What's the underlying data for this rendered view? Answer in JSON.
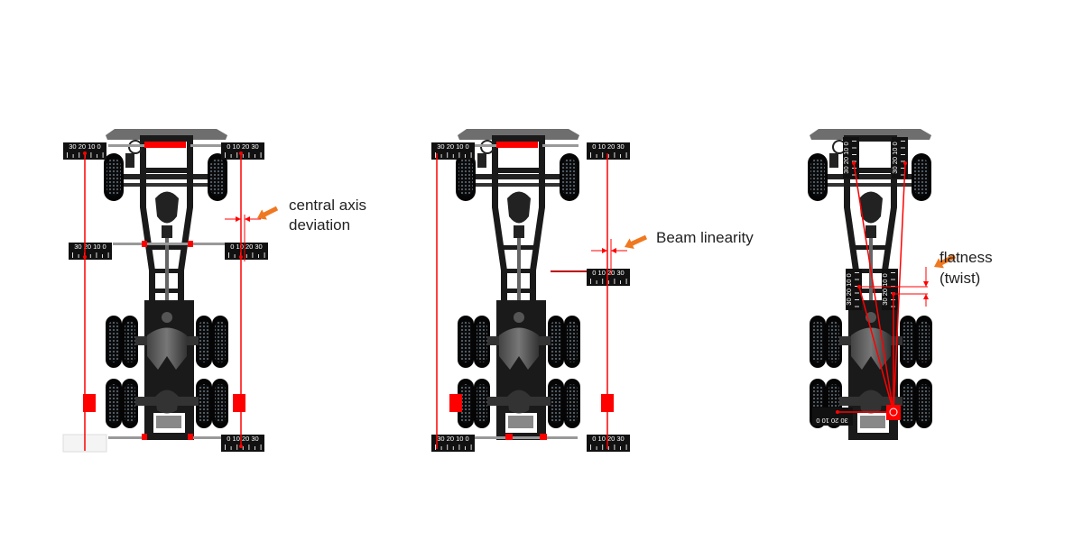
{
  "panels": [
    {
      "id": "central-axis",
      "annotation_lines": [
        "central axis",
        "deviation"
      ]
    },
    {
      "id": "beam-linearity",
      "annotation_lines": [
        "Beam linearity"
      ]
    },
    {
      "id": "flatness",
      "annotation_lines": [
        "flatness",
        "(twist)"
      ]
    }
  ],
  "scales": {
    "left": "30 20 10 0",
    "right": "0 10 20 30"
  },
  "colors": {
    "laser": "#ff0000",
    "arrow": "#f07820",
    "chassis": "#1a1a1a",
    "roof": "#6e6e6e"
  }
}
